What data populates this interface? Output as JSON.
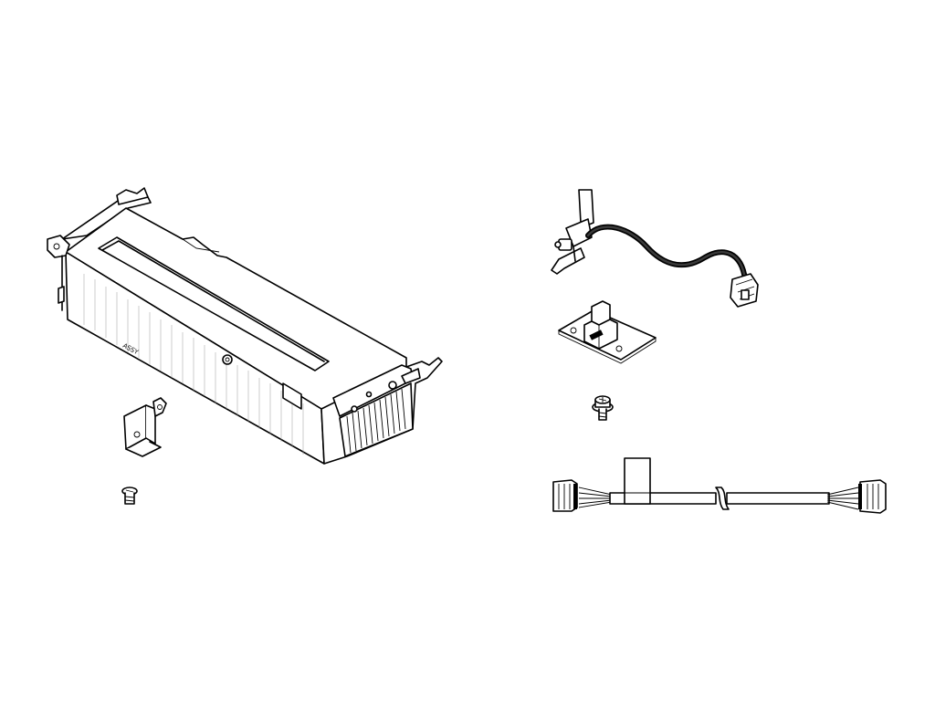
{
  "diagram": {
    "parts": [
      {
        "id": "cage",
        "icon": "riser-cage-assembly"
      },
      {
        "id": "bracket",
        "icon": "small-bracket"
      },
      {
        "id": "screw-left",
        "icon": "screw"
      },
      {
        "id": "cable-switch",
        "icon": "switch-with-cable"
      },
      {
        "id": "board",
        "icon": "small-circuit-board"
      },
      {
        "id": "screw-right",
        "icon": "washer-screw"
      },
      {
        "id": "cable-long",
        "icon": "long-cable-with-connectors"
      }
    ],
    "stamp_text": "ASSY",
    "colors": {
      "line": "#000000",
      "background": "#ffffff",
      "hatch": "#9a9a9a"
    }
  }
}
